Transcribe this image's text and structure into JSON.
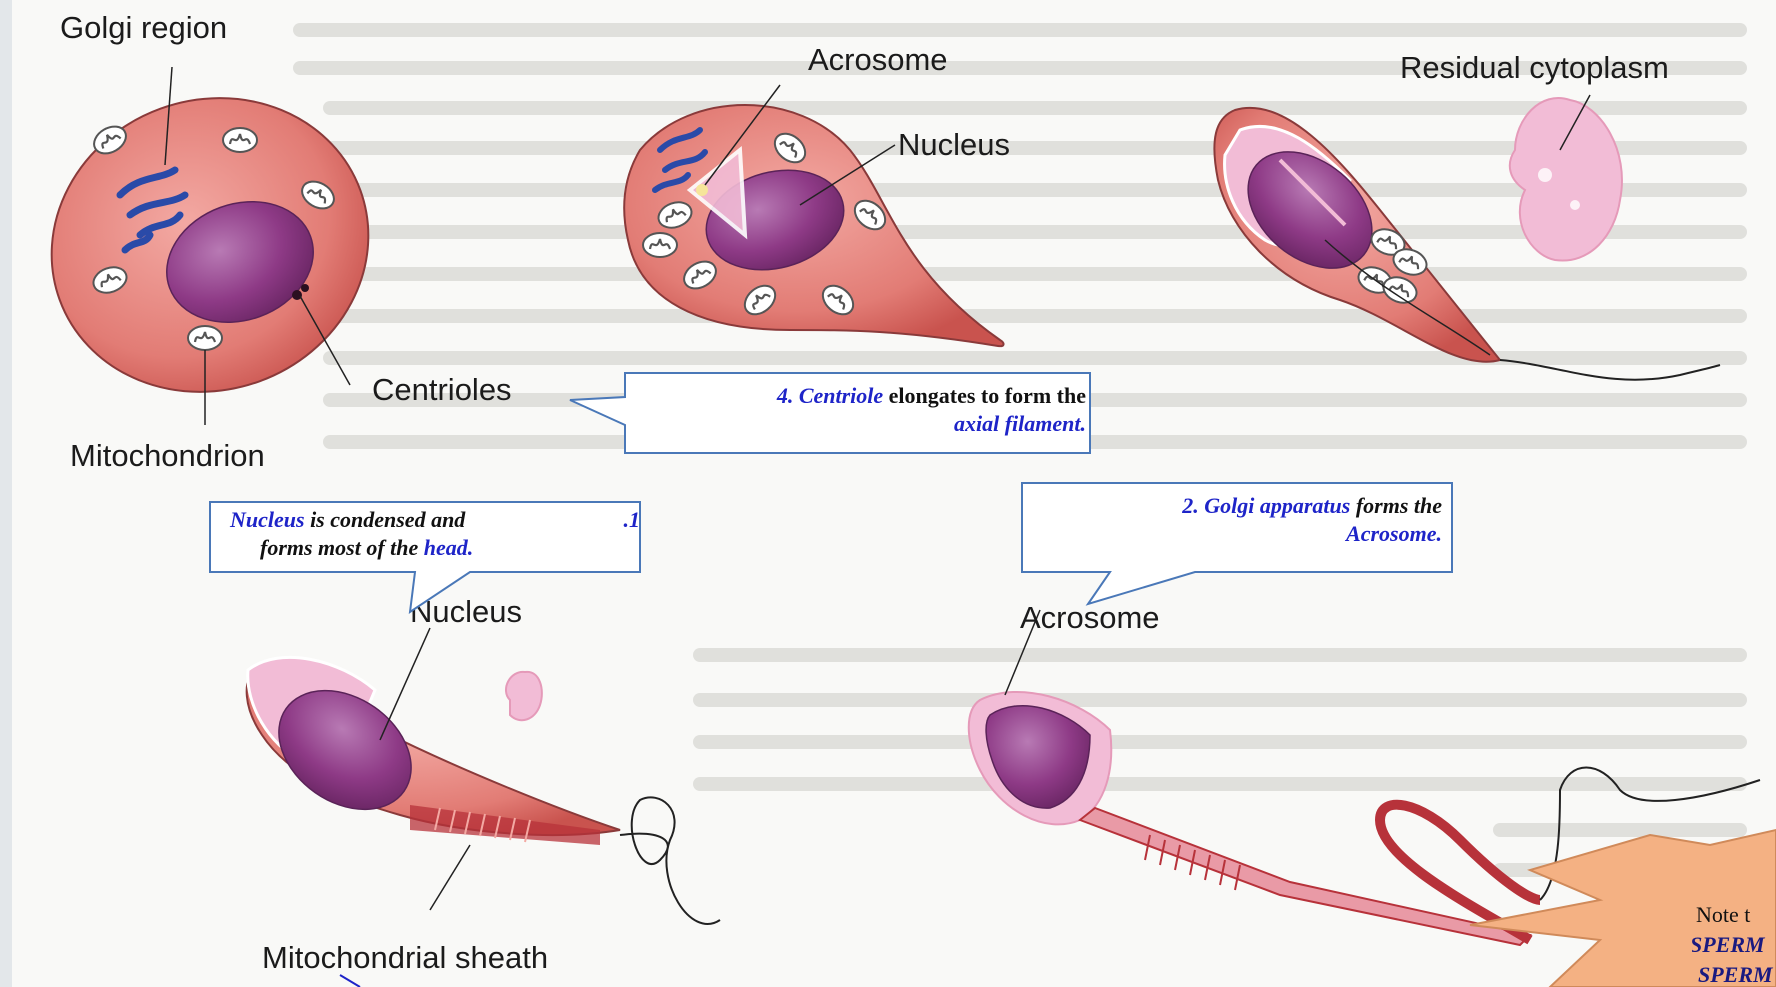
{
  "labels": {
    "golgi_region": "Golgi region",
    "centrioles": "Centrioles",
    "mitochondrion": "Mitochondrion",
    "acrosome_top": "Acrosome",
    "nucleus_top": "Nucleus",
    "residual_cytoplasm": "Residual cytoplasm",
    "nucleus_bottom": "Nucleus",
    "mitochondrial_sheath": "Mitochondrial sheath",
    "acrosome_bottom": "Acrosome"
  },
  "callouts": {
    "centriole": {
      "number": "4.",
      "term": "Centriole",
      "rest": " elongates to form the",
      "term2": "axial filament."
    },
    "nucleus": {
      "term": "Nucleus",
      "rest": " is condensed and",
      "number": ".1",
      "line2": "forms most of the ",
      "term2": "head."
    },
    "golgi": {
      "number": "2.",
      "term": "Golgi apparatus",
      "rest": " forms the",
      "term2": "Acrosome."
    },
    "note": {
      "line1": "Note t",
      "line2": "SPERM",
      "line3": "SPERM"
    }
  },
  "colors": {
    "cell_fill": "#e07a74",
    "nucleus_fill": "#8e3a86",
    "acrosome_fill": "#f2bcd6",
    "golgi_blue": "#2a4aa8",
    "callout_border": "#4a78b8",
    "note_fill": "#f4b183"
  }
}
